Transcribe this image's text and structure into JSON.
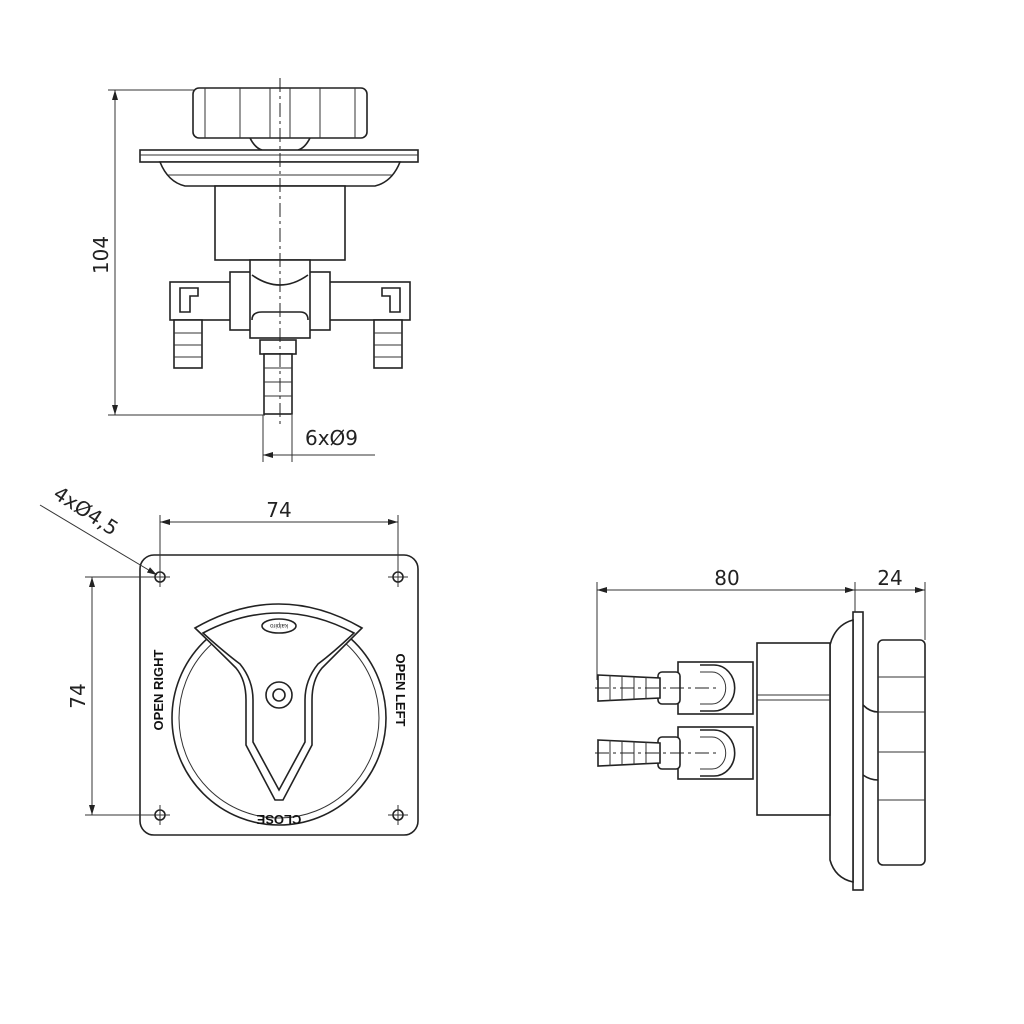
{
  "top_view": {
    "height_dim": "104",
    "nozzle_dim": "6xØ9"
  },
  "front_view": {
    "width_dim": "74",
    "height_dim": "74",
    "hole_dim": "4xØ4,5",
    "labels": {
      "open_right": "OPEN RIGHT",
      "open_left": "OPEN LEFT",
      "close": "CLOSE"
    },
    "logo": "kalpiro"
  },
  "side_view": {
    "length_dim": "80",
    "knob_dim": "24"
  }
}
